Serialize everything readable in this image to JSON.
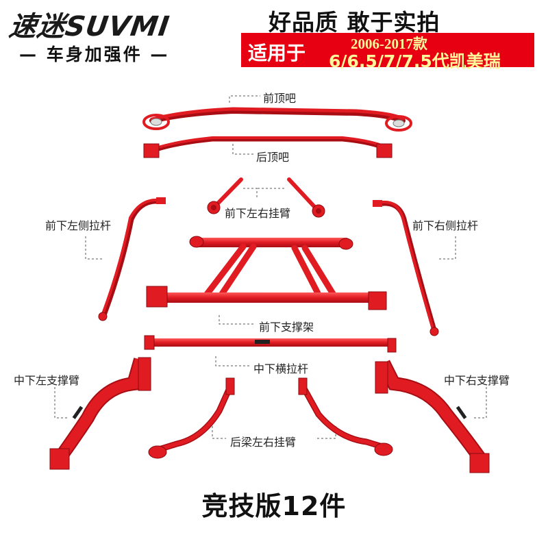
{
  "header": {
    "brand": "速迷SUVMI",
    "tagline": "— 车身加强件 —",
    "slogan": "好品质  敢于实拍",
    "fit_label": "适用于",
    "fit_years": "2006-2017款",
    "fit_models": "6/6.5/7/7.5代凯美瑞"
  },
  "parts": {
    "front_top_bar": "前顶吧",
    "rear_top_bar": "后顶吧",
    "front_lower_lr_arm": "前下左右挂臂",
    "front_lower_left_rod": "前下左侧拉杆",
    "front_lower_right_rod": "前下右侧拉杆",
    "front_lower_brace": "前下支撑架",
    "mid_lower_cross_rod": "中下横拉杆",
    "mid_lower_left_arm": "中下左支撑臂",
    "mid_lower_right_arm": "中下右支撑臂",
    "rear_beam_lr_arm": "后梁左右挂臂"
  },
  "footer": {
    "edition": "竞技版12件"
  },
  "colors": {
    "accent": "#e60012",
    "part": "#e01b22",
    "highlight": "#fff59a"
  }
}
